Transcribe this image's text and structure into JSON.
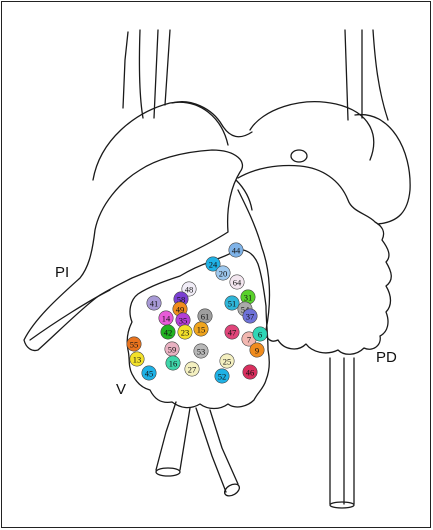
{
  "labels": {
    "pi": "PI",
    "pd": "PD",
    "v": "V"
  },
  "markers": [
    {
      "id": "44",
      "color": "#7fb3e8"
    },
    {
      "id": "24",
      "color": "#1fb2e6"
    },
    {
      "id": "20",
      "color": "#9ec9ef"
    },
    {
      "id": "64",
      "color": "#f3e6ef"
    },
    {
      "id": "48",
      "color": "#f1edf7"
    },
    {
      "id": "58",
      "color": "#7a3fd2"
    },
    {
      "id": "49",
      "color": "#f08c1e"
    },
    {
      "id": "41",
      "color": "#a89ad6"
    },
    {
      "id": "14",
      "color": "#e85bd8"
    },
    {
      "id": "35",
      "color": "#b33fd6"
    },
    {
      "id": "61",
      "color": "#9e9e9e"
    },
    {
      "id": "51",
      "color": "#2fb6d9"
    },
    {
      "id": "31",
      "color": "#58d12a"
    },
    {
      "id": "54",
      "color": "#aaaaaa"
    },
    {
      "id": "37",
      "color": "#6e72d8"
    },
    {
      "id": "42",
      "color": "#21b321"
    },
    {
      "id": "23",
      "color": "#f3e12a"
    },
    {
      "id": "15",
      "color": "#f0a51e"
    },
    {
      "id": "47",
      "color": "#e0457a"
    },
    {
      "id": "7",
      "color": "#f2b7b0"
    },
    {
      "id": "6",
      "color": "#2fd6b6"
    },
    {
      "id": "55",
      "color": "#e8731e"
    },
    {
      "id": "59",
      "color": "#e9b2c2"
    },
    {
      "id": "53",
      "color": "#b8b8b8"
    },
    {
      "id": "9",
      "color": "#f08c1e"
    },
    {
      "id": "13",
      "color": "#f3e12a"
    },
    {
      "id": "16",
      "color": "#3fd6aa"
    },
    {
      "id": "25",
      "color": "#f4f0c0"
    },
    {
      "id": "45",
      "color": "#1fb2e6"
    },
    {
      "id": "27",
      "color": "#f4f0c0"
    },
    {
      "id": "52",
      "color": "#1fb2e6"
    },
    {
      "id": "46",
      "color": "#d92f5e"
    }
  ]
}
